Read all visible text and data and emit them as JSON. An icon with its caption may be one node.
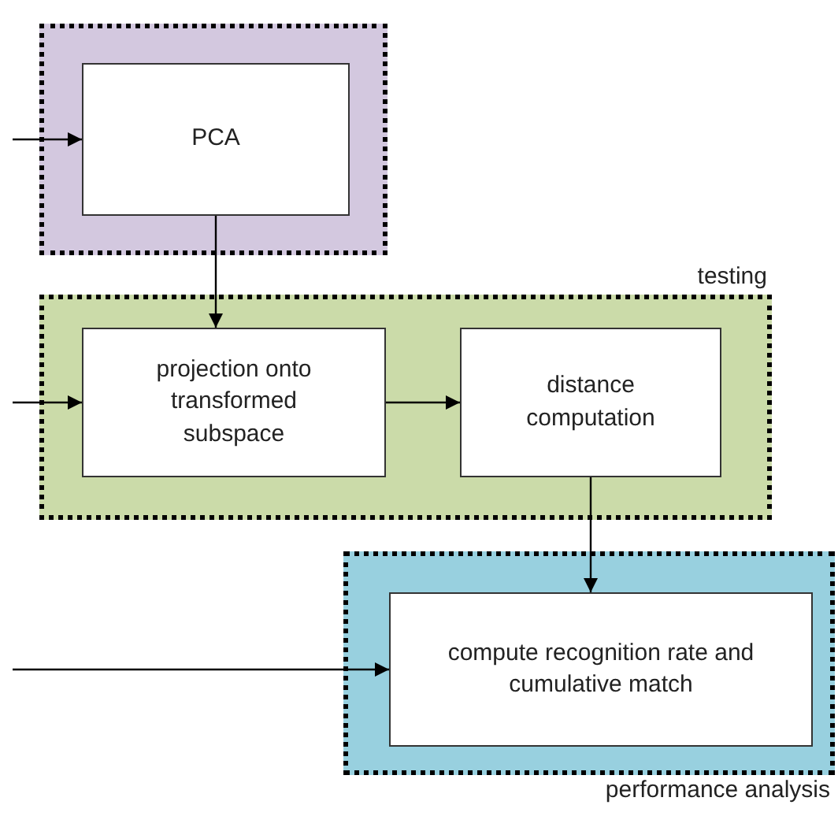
{
  "diagram": {
    "nodes": [
      {
        "text": [],
        "shape": "box"
      },
      {
        "text": [
          "PCA"
        ],
        "in": 0
      },
      {
        "text": [
          "testing"
        ]
      },
      {
        "text": [
          "projection onto transformed subspace"
        ],
        "in": 2
      },
      {
        "text": [
          "distance computation"
        ],
        "in": 2
      },
      {
        "text": [
          "performance analysis"
        ]
      },
      {
        "text": [
          "compute recognition rate and cumulative match"
        ],
        "in": 5
      }
    ],
    "edges": [
      {
        "from": null,
        "to": 1,
        "arrow": "to"
      },
      {
        "from": 1,
        "to": 3,
        "arrow": "to"
      },
      {
        "from": null,
        "to": 3,
        "arrow": "to"
      },
      {
        "from": 3,
        "to": 4,
        "arrow": "to"
      },
      {
        "from": 4,
        "to": 6,
        "arrow": "to"
      },
      {
        "from": null,
        "to": 6,
        "arrow": "to"
      }
    ]
  }
}
